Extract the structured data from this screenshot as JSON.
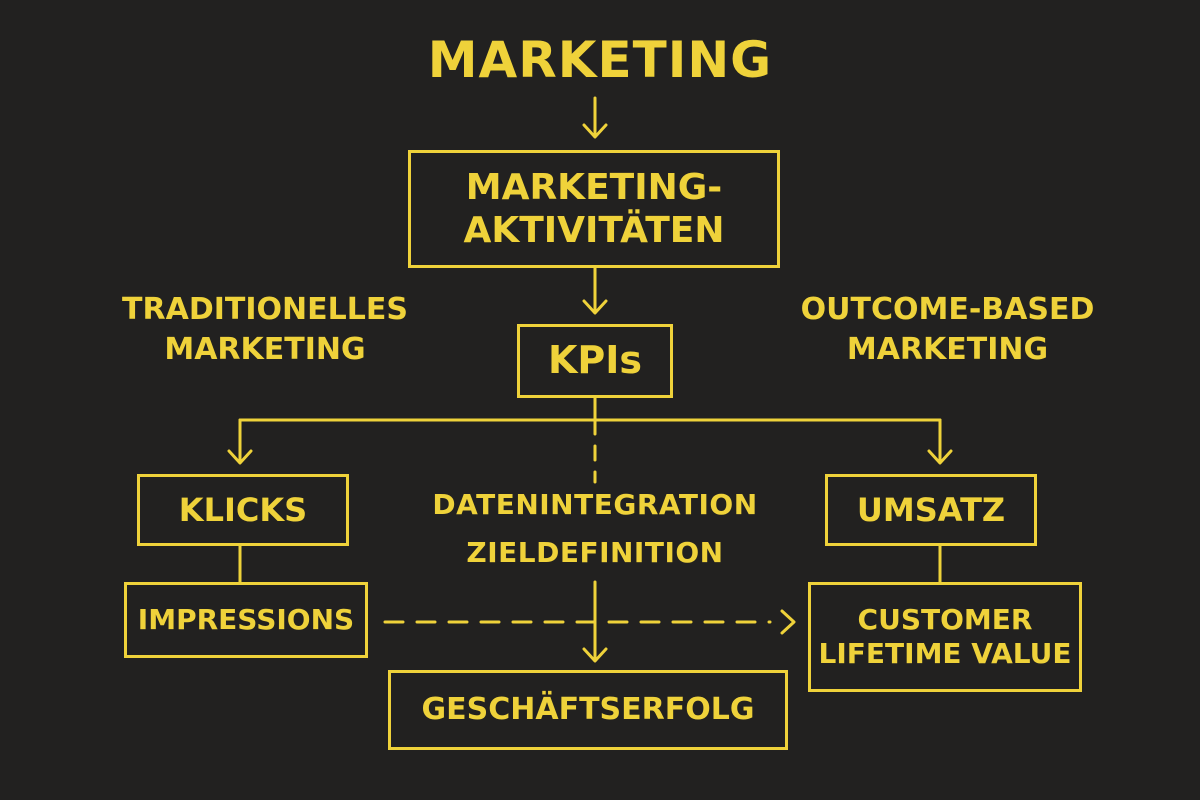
{
  "title": "MARKETING",
  "nodes": {
    "activities": [
      "MARKETING-",
      "AKTIVITÄTEN"
    ],
    "kpis": "KPIs",
    "klicks": "KLICKS",
    "impressions": "IMPRESSIONS",
    "umsatz": "UMSATZ",
    "clv": [
      "CUSTOMER",
      "LIFETIME VALUE"
    ],
    "success": "GESCHÄFTSERFOLG"
  },
  "side_labels": {
    "left": [
      "TRADITIONELLES",
      "MARKETING"
    ],
    "right": [
      "OUTCOME-BASED",
      "MARKETING"
    ]
  },
  "center_labels": [
    "DATENINTEGRATION",
    "ZIELDEFINITION"
  ],
  "colors": {
    "background": "#222120",
    "accent": "#efd23a"
  }
}
